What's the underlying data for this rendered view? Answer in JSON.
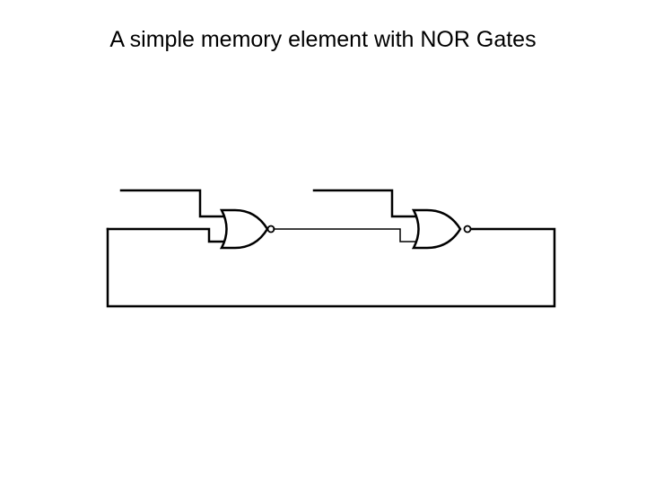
{
  "slide": {
    "title": "A simple memory element with NOR Gates"
  },
  "colors": {
    "background": "#ffffff",
    "ink": "#000000"
  },
  "diagram": {
    "gates": [
      {
        "type": "NOR",
        "name": "nor-gate-1"
      },
      {
        "type": "NOR",
        "name": "nor-gate-2"
      }
    ]
  }
}
